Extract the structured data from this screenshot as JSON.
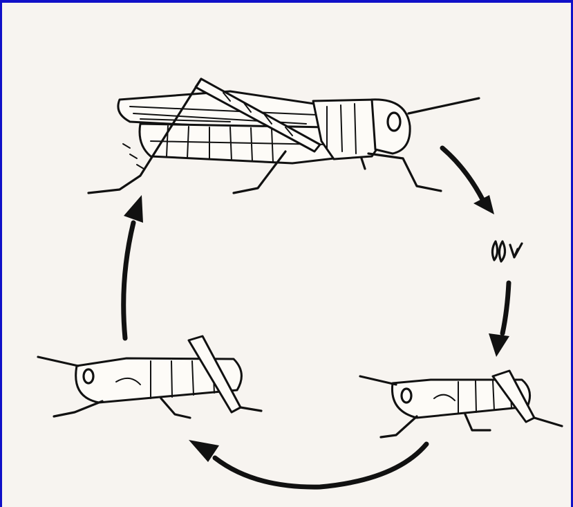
{
  "colors": {
    "frame_border": "#1010c8",
    "background": "#f7f4f0",
    "ink": "#111111"
  },
  "diagram": {
    "stages": [
      {
        "name": "adult-grasshopper"
      },
      {
        "name": "eggs"
      },
      {
        "name": "young-nymph"
      },
      {
        "name": "older-nymph"
      }
    ],
    "arrows": [
      "adult-to-eggs",
      "eggs-to-young-nymph",
      "young-nymph-to-older-nymph",
      "older-nymph-to-adult"
    ]
  }
}
